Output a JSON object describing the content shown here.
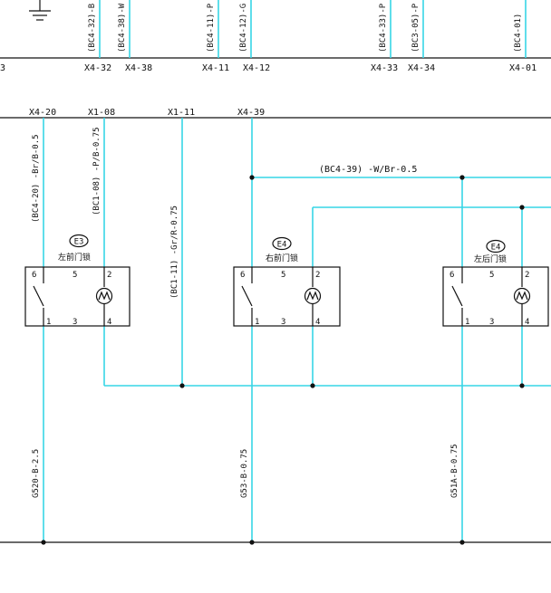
{
  "top_strip": {
    "wire_codes": [
      "(BC4-32)-B",
      "(BC4-38)-W",
      "(BC4-11)-P",
      "(BC4-12)-G",
      "(BC4-33)-P",
      "(BC3-05)-P",
      "(BC4-01)"
    ],
    "connector_labels": [
      "X4-32",
      "X4-38",
      "X4-11",
      "X4-12",
      "X4-33",
      "X4-34",
      "X4-01"
    ],
    "left_cut_label": "3"
  },
  "connectors": [
    "X4-20",
    "X1-08",
    "X1-11",
    "X4-39"
  ],
  "wires": {
    "w1": "(BC4-20) -Br/B-0.5",
    "w2": "(BC1-08) -P/B-0.75",
    "w3": "(BC1-11) -Gr/R-0.75",
    "w4": "(BC4-39) -W/Br-0.5"
  },
  "components": [
    {
      "id": "E3",
      "name": "左前门锁",
      "pins_top": [
        "6",
        "5",
        "2"
      ],
      "pins_bottom": [
        "1",
        "3",
        "4"
      ]
    },
    {
      "id": "E4",
      "name": "右前门锁",
      "pins_top": [
        "6",
        "5",
        "2"
      ],
      "pins_bottom": [
        "1",
        "3",
        "4"
      ]
    },
    {
      "id": "E4",
      "name": "左后门锁",
      "pins_top": [
        "6",
        "5",
        "2"
      ],
      "pins_bottom": [
        "1",
        "3",
        "4"
      ]
    }
  ],
  "ground_labels": [
    "G520-B-2.5",
    "G53-B-0.75",
    "G51A-B-0.75"
  ],
  "colors": {
    "wire": "#37d5e6",
    "line": "#111111",
    "background": "#ffffff"
  }
}
